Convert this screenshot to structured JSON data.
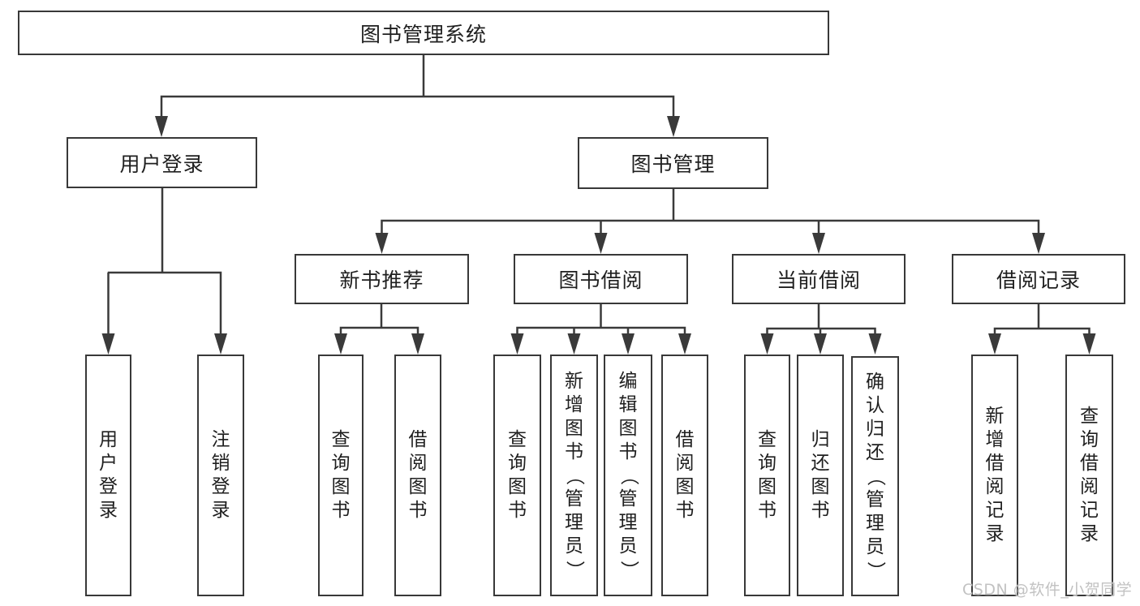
{
  "diagram": {
    "root_label": "图书管理系统",
    "user_branch": {
      "label": "用户登录",
      "children": [
        "用户登录",
        "注销登录"
      ]
    },
    "book_branch": {
      "label": "图书管理",
      "sections": [
        {
          "label": "新书推荐",
          "children": [
            "查询图书",
            "借阅图书"
          ]
        },
        {
          "label": "图书借阅",
          "children": [
            "查询图书",
            "新增图书（管理员）",
            "编辑图书（管理员）",
            "借阅图书"
          ]
        },
        {
          "label": "当前借阅",
          "children": [
            "查询图书",
            "归还图书",
            "确认归还（管理员）"
          ]
        },
        {
          "label": "借阅记录",
          "children": [
            "新增借阅记录",
            "查询借阅记录"
          ]
        }
      ]
    },
    "watermark": "CSDN @软件_小贺同学",
    "colors": {
      "line": "#3a3a3a",
      "text": "#1f1f1f",
      "background": "#ffffff",
      "watermark": "#c2c2c2"
    }
  }
}
